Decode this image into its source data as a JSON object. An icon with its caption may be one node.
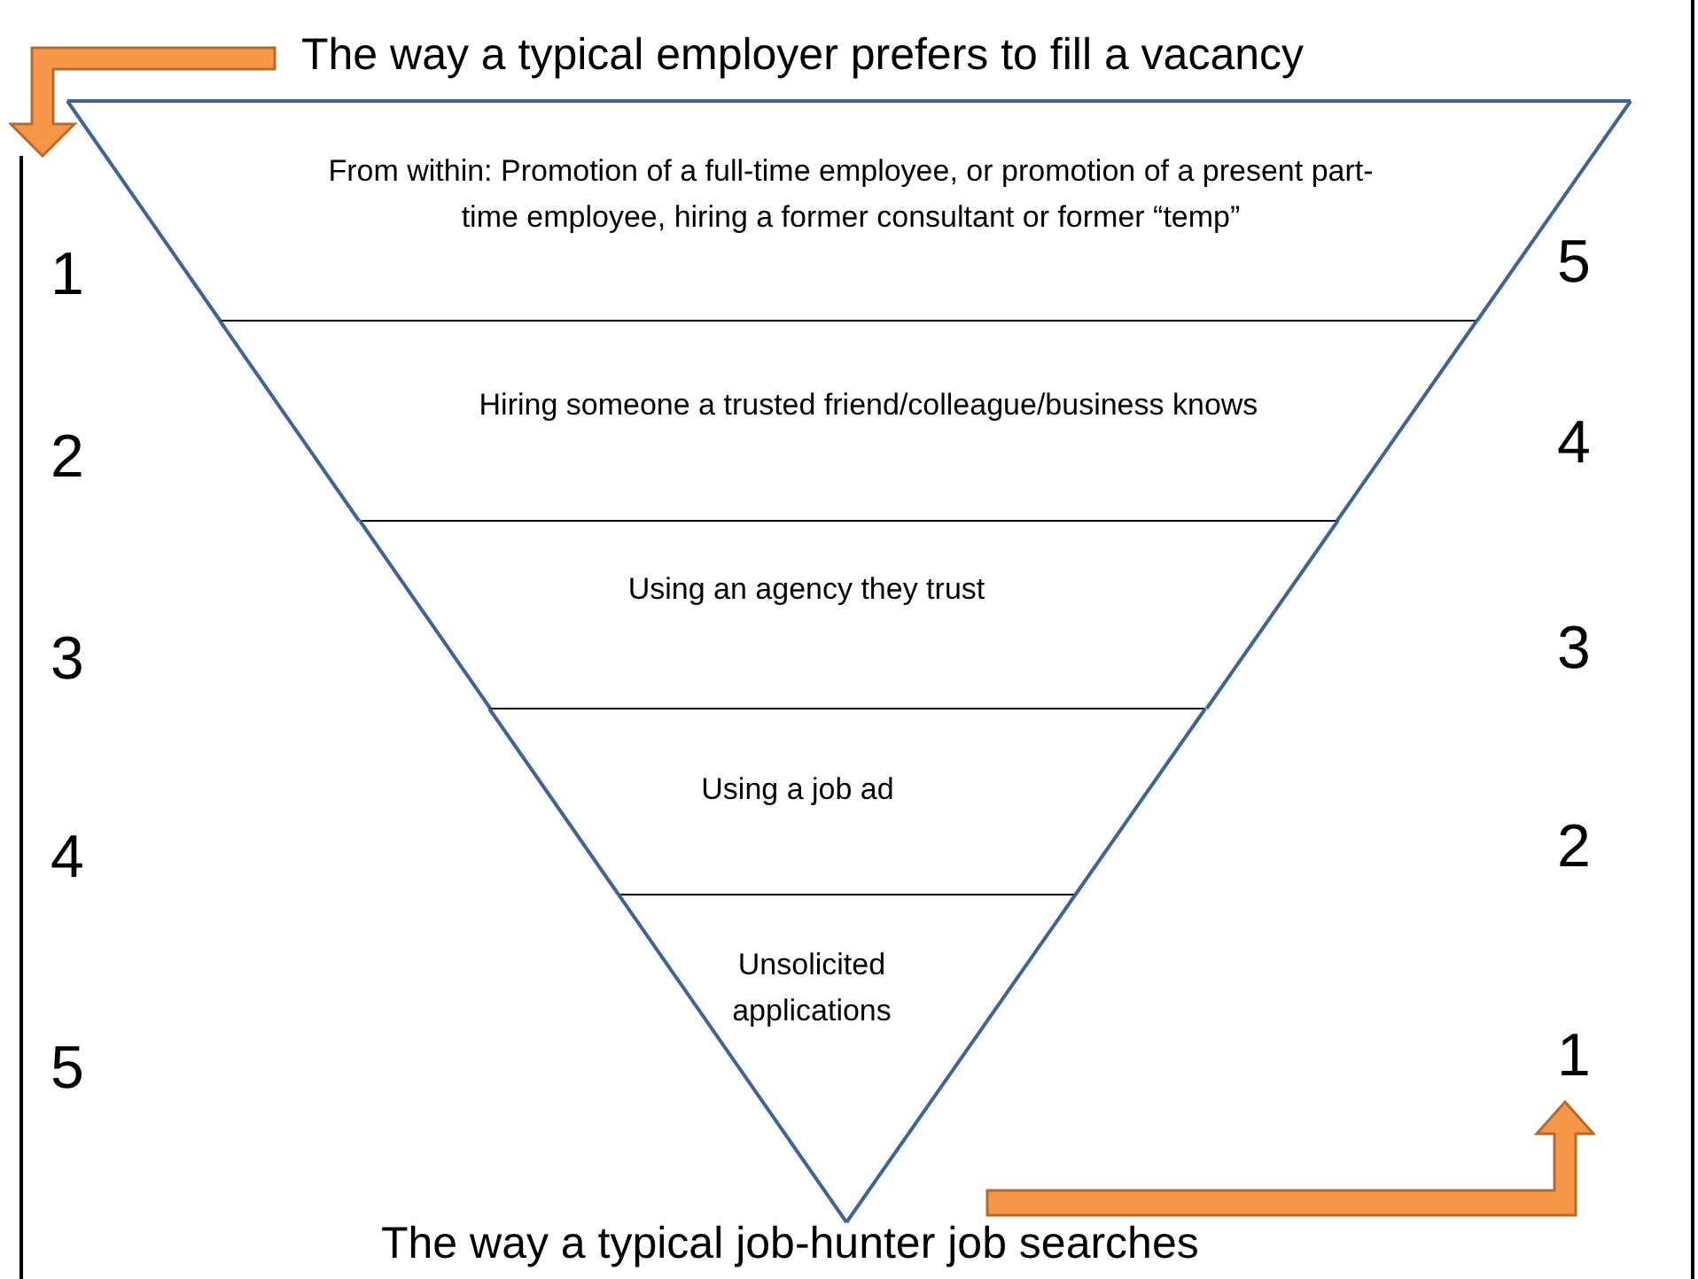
{
  "diagram": {
    "title": "The way a typical employer prefers to fill a vacancy",
    "caption": "The way a typical job-hunter job searches",
    "nodes": [
      {
        "text": [
          "From within: Promotion of a full-time employee, or promotion of a present part-time employee, hiring a former consultant or former “temp”"
        ]
      },
      {
        "text": [
          "Hiring someone a trusted friend/colleague/business knows"
        ]
      },
      {
        "text": [
          "Using an agency they trust"
        ]
      },
      {
        "text": [
          "Using a job ad"
        ]
      },
      {
        "text": [
          "Unsolicited applications"
        ]
      }
    ],
    "labels": [
      "1",
      "5",
      "2",
      "4",
      "3",
      "3",
      "4",
      "2",
      "5",
      "1"
    ]
  }
}
